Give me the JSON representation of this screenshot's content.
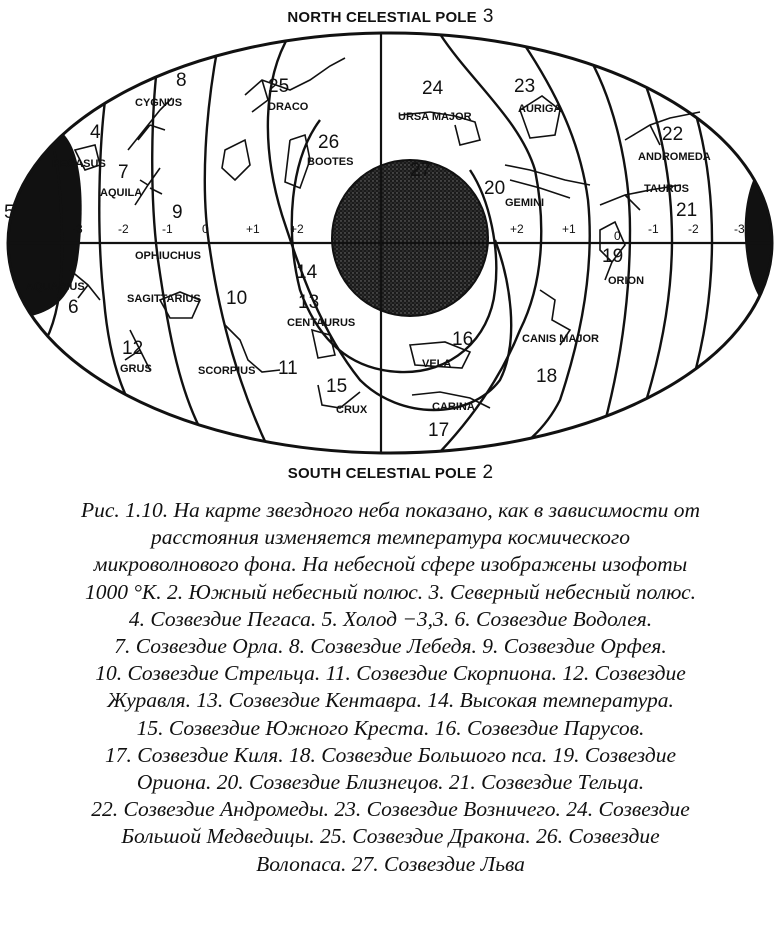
{
  "figure": {
    "north_pole_label": "NORTH CELESTIAL POLE",
    "north_pole_number": "3",
    "south_pole_label": "SOUTH CELESTIAL POLE",
    "south_pole_number": "2",
    "constellations": [
      {
        "name": "CYGNUS",
        "number": "8"
      },
      {
        "name": "DRACO",
        "number": "25"
      },
      {
        "name": "URSA MAJOR",
        "number": "24"
      },
      {
        "name": "AURIGA",
        "number": "23"
      },
      {
        "name": "ANDROMEDA",
        "number": "22"
      },
      {
        "name": "PEGASUS",
        "number": "4"
      },
      {
        "name": "AQUILA",
        "number": "7"
      },
      {
        "name": "BOOTES",
        "number": "26"
      },
      {
        "name": "GEMINI",
        "number": "20"
      },
      {
        "name": "TAURUS",
        "number": "21"
      },
      {
        "name": "OPHIUCHUS",
        "number": "9"
      },
      {
        "name": "AQUARIUS",
        "number": "6"
      },
      {
        "name": "SAGITTARIUS",
        "number": "10"
      },
      {
        "name": "CENTAURUS",
        "number": "13"
      },
      {
        "name": "ORION",
        "number": "19"
      },
      {
        "name": "GRUS",
        "number": "12"
      },
      {
        "name": "SCORPIUS",
        "number": "11"
      },
      {
        "name": "VELA",
        "number": "16"
      },
      {
        "name": "CANIS MAJOR",
        "number": "18"
      },
      {
        "name": "CRUX",
        "number": "15"
      },
      {
        "name": "CARINA",
        "number": "17"
      }
    ],
    "standalone_numbers": [
      "27",
      "14",
      "5"
    ],
    "isotherm_labels": [
      "-3",
      "-2",
      "-1",
      "0",
      "+1",
      "+2",
      "+2",
      "+1",
      "0",
      "-1",
      "-2",
      "-3"
    ]
  },
  "caption": {
    "lines": [
      "Рис. 1.10. На карте звездного неба показано, как в зависимости от",
      "расстояния изменяется температура космического",
      "микроволнового фона. На небесной сфере изображены изофоты",
      "1000 °К. 2. Южный небесный полюс. 3. Северный небесный полюс.",
      "4. Созвездие Пегаса. 5. Холод −3,3. 6. Созвездие Водолея.",
      "7. Созвездие Орла. 8. Созвездие Лебедя. 9. Созвездие Орфея.",
      "10. Созвездие Стрельца. 11. Созвездие Скорпиона. 12. Созвездие",
      "Журавля. 13. Созвездие Кентавра. 14. Высокая температура.",
      "15. Созвездие Южного Креста. 16. Созвездие Парусов.",
      "17. Созвездие Киля. 18. Созвездие Большого пса. 19. Созвездие",
      "Ориона. 20. Созвездие Близнецов. 21. Созвездие Тельца.",
      "22. Созвездие Андромеды. 23. Созвездие Возничего. 24. Созвездие",
      "Большой Медведицы. 25. Созвездие Дракона. 26. Созвездие",
      "Волопаса. 27. Созвездие Льва"
    ]
  },
  "colors": {
    "ink": "#111111",
    "paper": "#ffffff"
  }
}
